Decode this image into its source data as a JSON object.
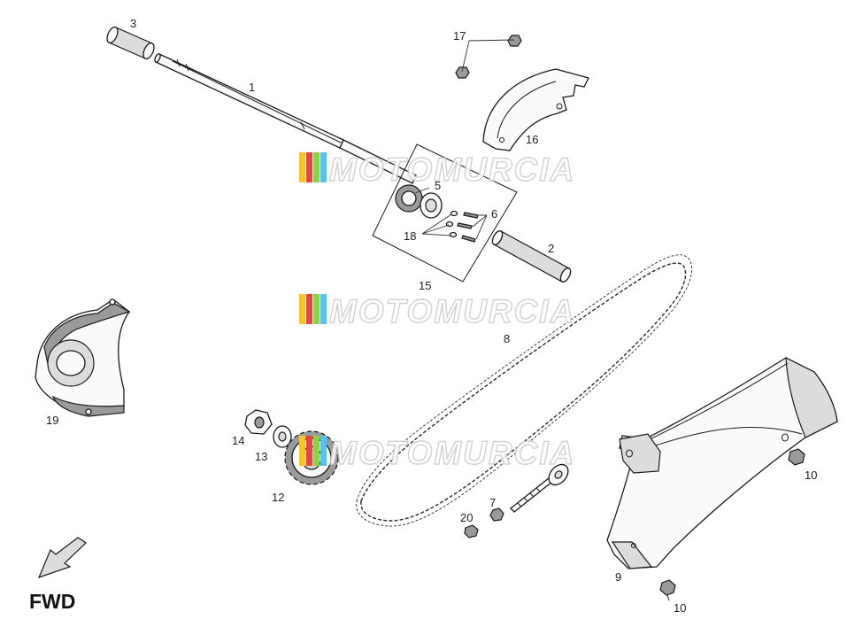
{
  "diagram": {
    "callouts": [
      {
        "id": "1",
        "label": "1"
      },
      {
        "id": "2",
        "label": "2"
      },
      {
        "id": "3",
        "label": "3"
      },
      {
        "id": "5",
        "label": "5"
      },
      {
        "id": "6",
        "label": "6"
      },
      {
        "id": "7",
        "label": "7"
      },
      {
        "id": "8",
        "label": "8"
      },
      {
        "id": "9",
        "label": "9"
      },
      {
        "id": "10a",
        "label": "10"
      },
      {
        "id": "10b",
        "label": "10"
      },
      {
        "id": "12",
        "label": "12"
      },
      {
        "id": "13",
        "label": "13"
      },
      {
        "id": "14",
        "label": "14"
      },
      {
        "id": "15",
        "label": "15"
      },
      {
        "id": "16",
        "label": "16"
      },
      {
        "id": "17",
        "label": "17"
      },
      {
        "id": "18",
        "label": "18"
      },
      {
        "id": "19",
        "label": "19"
      },
      {
        "id": "20",
        "label": "20"
      }
    ],
    "fwd_label": "FWD",
    "fwd_icon": "arrow-down-left-icon"
  },
  "watermark": {
    "text": "MOTOMURCIA",
    "stripe_colors": [
      "#f4c430",
      "#e04848",
      "#8fd14f",
      "#5bc0eb"
    ]
  }
}
